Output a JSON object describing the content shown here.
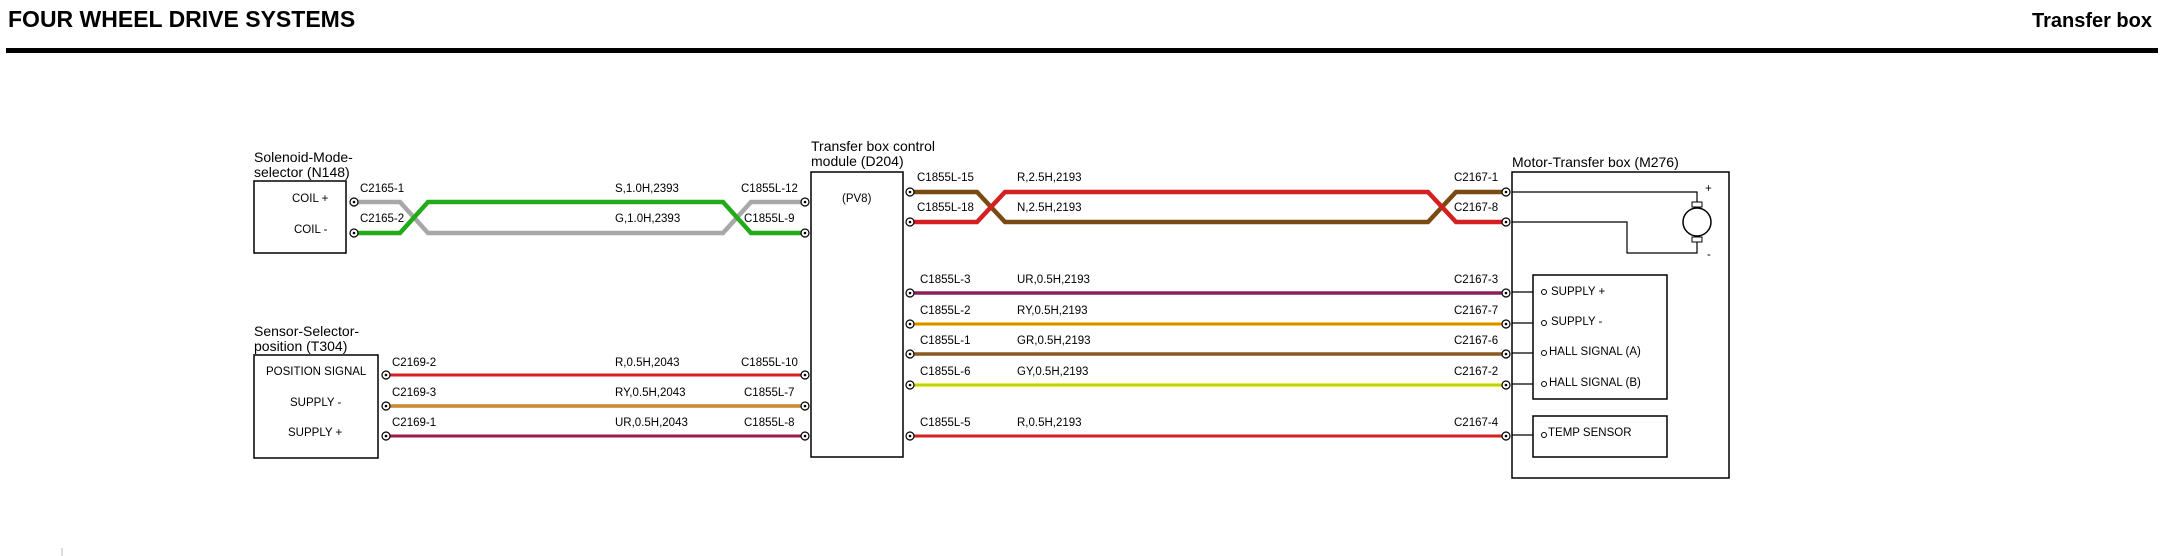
{
  "header": {
    "title": "FOUR WHEEL DRIVE SYSTEMS",
    "subtitle": "Transfer box"
  },
  "colors": {
    "grey": "#a8a8a8",
    "green": "#22aa1a",
    "red": "#d42020",
    "brown": "#7a4a12",
    "purple": "#8a1f57",
    "yellow": "#e8d400",
    "orange": "#d8a050",
    "yellowgreen": "#dfe800"
  },
  "components": {
    "solenoid": {
      "name_line1": "Solenoid-Mode-",
      "name_line2": "selector (N148)",
      "pin1": "COIL +",
      "pin2": "COIL -"
    },
    "sensor": {
      "name_line1": "Sensor-Selector-",
      "name_line2": "position (T304)",
      "pin1": "POSITION SIGNAL",
      "pin2": "SUPPLY -",
      "pin3": "SUPPLY +"
    },
    "module": {
      "name_line1": "Transfer box control",
      "name_line2": "module (D204)",
      "code": "(PV8)"
    },
    "motor": {
      "name": "Motor-Transfer box (M276)",
      "plus": "+",
      "minus": "-",
      "pin1": "SUPPLY +",
      "pin2": "SUPPLY -",
      "pin3": "HALL SIGNAL (A)",
      "pin4": "HALL SIGNAL (B)",
      "pin5": "TEMP SENSOR"
    }
  },
  "wires": {
    "w1": {
      "left": "C2165-1",
      "spec": "S,1.0H,2393",
      "right": "C1855L-12"
    },
    "w2": {
      "left": "C2165-2",
      "spec": "G,1.0H,2393",
      "right": "C1855L-9"
    },
    "w3": {
      "left": "C2169-2",
      "spec": "R,0.5H,2043",
      "right": "C1855L-10"
    },
    "w4": {
      "left": "C2169-3",
      "spec": "RY,0.5H,2043",
      "right": "C1855L-7"
    },
    "w5": {
      "left": "C2169-1",
      "spec": "UR,0.5H,2043",
      "right": "C1855L-8"
    },
    "w6": {
      "left": "C1855L-15",
      "spec": "R,2.5H,2193",
      "right": "C2167-1"
    },
    "w7": {
      "left": "C1855L-18",
      "spec": "N,2.5H,2193",
      "right": "C2167-8"
    },
    "w8": {
      "left": "C1855L-3",
      "spec": "UR,0.5H,2193",
      "right": "C2167-3"
    },
    "w9": {
      "left": "C1855L-2",
      "spec": "RY,0.5H,2193",
      "right": "C2167-7"
    },
    "w10": {
      "left": "C1855L-1",
      "spec": "GR,0.5H,2193",
      "right": "C2167-6"
    },
    "w11": {
      "left": "C1855L-6",
      "spec": "GY,0.5H,2193",
      "right": "C2167-2"
    },
    "w12": {
      "left": "C1855L-5",
      "spec": "R,0.5H,2193",
      "right": "C2167-4"
    }
  }
}
